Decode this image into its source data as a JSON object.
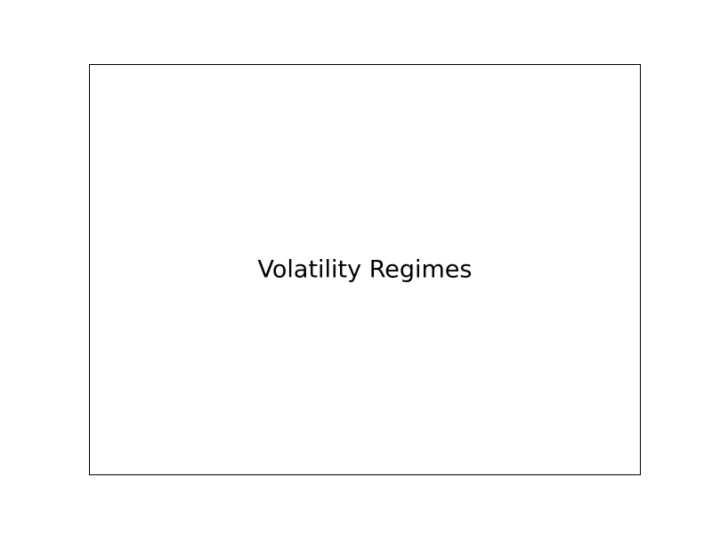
{
  "chart_data": {
    "type": "bar",
    "title": "",
    "xlabel": "",
    "ylabel": "",
    "categories": [],
    "series": [],
    "grid": false,
    "axes_visible": false,
    "annotations": [
      {
        "text": "Volatility Regimes",
        "placement": "center"
      }
    ]
  },
  "colors": {
    "background": "#ffffff",
    "frame": "#000000",
    "text": "#000000"
  }
}
